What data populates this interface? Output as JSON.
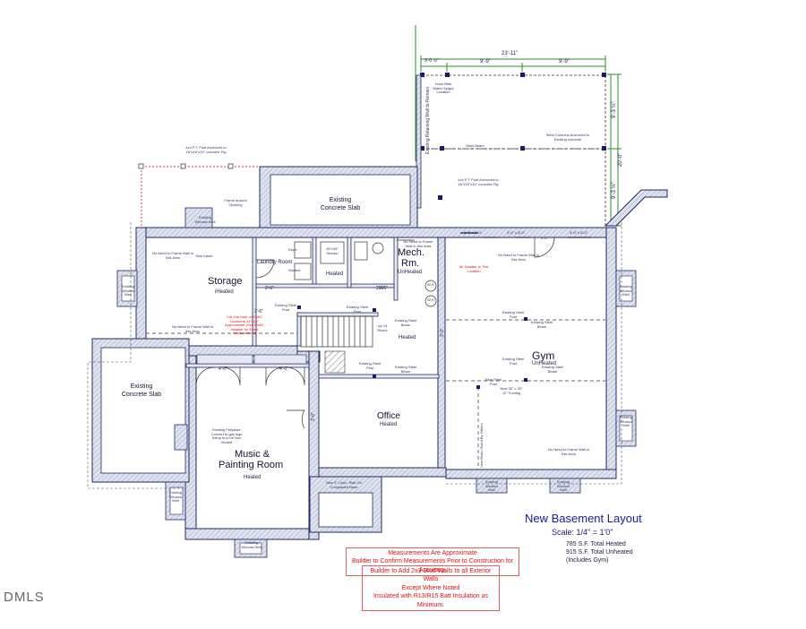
{
  "plan": {
    "title": "New Basement Layout",
    "scale": "Scale: 1/4\" = 1'0\"",
    "stats": [
      "785 S.F. Total Heated",
      "915 S.F. Total Unheated",
      "(Includes Gym)"
    ],
    "watermark": "DMLS"
  },
  "rooms": {
    "storage": {
      "name": "Storage",
      "status": "iHeated"
    },
    "laundry": {
      "name": "Laundry Room"
    },
    "heated_closet": {
      "status": "Heated"
    },
    "mech": {
      "name": "Mech.",
      "name2": "Rm.",
      "status": "UnHeated"
    },
    "hall": {
      "status": "Heated"
    },
    "gym": {
      "name": "Gym",
      "status": "UnHeated"
    },
    "office": {
      "name": "Office",
      "status": "Heated"
    },
    "music": {
      "name": "Music &",
      "name2": "Painting Room",
      "status": "Heated"
    },
    "slab_top": {
      "line1": "Existing",
      "line2": "Concrete Slab"
    },
    "slab_left": {
      "line1": "Existing",
      "line2": "Concrete Slab"
    }
  },
  "dimensions": {
    "overall": "23'-11\"",
    "d1": "3'-0 ½\"",
    "d2": "9'-9\"",
    "d3": "9'-9\"",
    "v1": "9'-3 ½\"",
    "v2": "20'-0\"",
    "v3": "9'-3 ½\"",
    "h1": "3'-0\" x 5'-0\"",
    "h2": "3'-0\" x 5'-0\"",
    "h3": "3'-0\" x 5'-0\"",
    "door1": "3'-0\"",
    "laundry_w1": "2'-6\"",
    "laundry_w2": "2'-6\"",
    "storage_door": "2'-6\"",
    "hall_door": "2'-6\"",
    "music_d1": "4'-0\"",
    "music_d2": "4'-0\"",
    "office_door": "3'-0\"",
    "gym_door": "3'-0\""
  },
  "annotations": {
    "post_top": "4x4 P.T. Post Anchored to 16\"x16\"x10\" concrete Ftg",
    "post_mid": "4x4 P.T. Post Anchored to 16\"x16\"x10\" concrete Ftg",
    "retaining": "Existing Retaining Wall to Remain",
    "steel_beam_top": "Steel Beam",
    "steel_columns": "Steel Columns Anchored to Existing concrete",
    "hose_bib": "Hose Bibb Water Spigot Location",
    "frame_around": "Frame Around Opening",
    "window_well_top": "Existing Window Well",
    "sink_future": "Sink future",
    "no_frame_storage": "No Need to Frame Wall in this Area",
    "no_frame_storage2": "No Need to Frame Wall in this Area",
    "no_frame_mech": "No Need to Frame Wall in this Area",
    "no_frame_gym_top": "No Need to Frame Wall in this Area",
    "no_frame_gym_bot": "No Need to Frame Wall in this Area",
    "air_handler": "Air Handler in This Location",
    "cutout": "Cut-Out Hole or HVAC Ductwork 24\"x16\" Approximate (See HVAC Installer for Exact Measurement)",
    "steel_post_1": "Existing Steel Post",
    "steel_post_2": "Existing Steel Post",
    "steel_post_3": "Existing Steel Post",
    "steel_post_4": "Existing Steel Post",
    "steel_post_5": "Existing Steel Post",
    "steel_post_6": "Existing Steel Post",
    "steel_beam_1": "Existing Steel Beam",
    "steel_beam_2": "Existing Steel Beam",
    "steel_beam_3": "Existing Steel Beam",
    "steel_beam_4": "Existing Steel Beam",
    "new_post": "New Steel Post",
    "new_footing": "New 30\" x 30\" 12\" Footing",
    "new_beam": "New Beam Sized By Others",
    "up_risers": "Up 14 Risers",
    "fireplace": "Existing Fireplace Convert to gas logs Setup is to be Non Vented",
    "new_slab": "New 4\" Conc. Slab On Compacted Base",
    "ww_left_top": "Existing Window Well",
    "ww_left_bot": "Existing Window Well",
    "ww_music": "Existing Window Well",
    "ww_right_top": "Existing Window Well",
    "ww_right_bot": "Existing Window Well",
    "ww_gym1": "Existing Window Well",
    "ww_gym2": "Existing Window Well",
    "wh1": "W.H.",
    "wh2": "W.H.",
    "shower": "36\"x36\" Shower",
    "dryer": "Dryer",
    "washer": "Washer"
  },
  "notes": {
    "box1": [
      "Measurements Are Approximate",
      "Builder to Confirm Measurements Prior to Construction for Accuracy."
    ],
    "box2": [
      "Builder to Add 2x3 Stud Walls to all Exterior Walls",
      "Except Where Noted",
      "Insulated with R13/R15 Batt Insulation as Minimum."
    ]
  },
  "colors": {
    "wall_fill": "#cfd6e4",
    "wall_line": "#1f2a66",
    "dim_line": "#2e8b2e",
    "annotation": "#e01010",
    "column": "#1a1a66"
  }
}
